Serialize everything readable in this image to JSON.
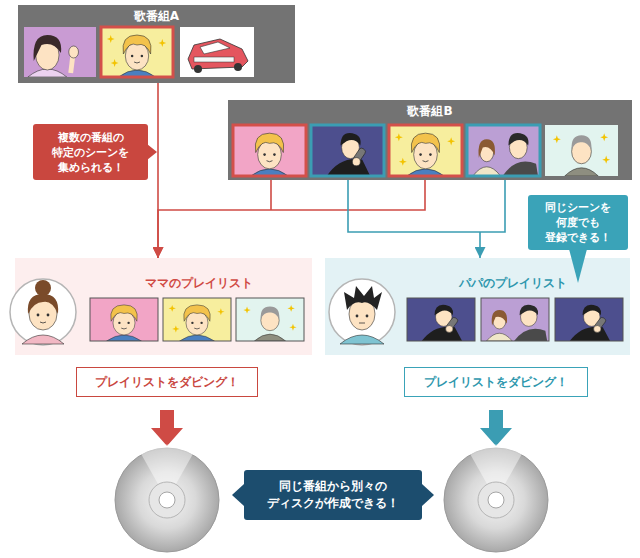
{
  "diagram": {
    "nodes": [
      {
        "text": [
          "歌番組A"
        ]
      },
      {
        "text": [
          "歌番組B"
        ]
      },
      {
        "text": [
          "複数の番組の 特定のシーンを 集められる！"
        ]
      },
      {
        "text": [
          "同じシーンを 何度でも 登録できる！"
        ]
      },
      {
        "text": [
          "ママのプレイリスト"
        ]
      },
      {
        "text": [
          "パパのプレイリスト"
        ]
      },
      {
        "text": [
          "プレイリストをダビング！"
        ]
      },
      {
        "text": [
          "プレイリストをダビング！"
        ]
      },
      {
        "text": [
          "同じ番組から別々の ディスクが作成できる！"
        ]
      }
    ],
    "edges": [
      {
        "from": 0,
        "to": 4,
        "arrow": "to"
      },
      {
        "from": 1,
        "to": 4,
        "arrow": "to"
      },
      {
        "from": 1,
        "to": 5,
        "arrow": "to"
      }
    ]
  }
}
